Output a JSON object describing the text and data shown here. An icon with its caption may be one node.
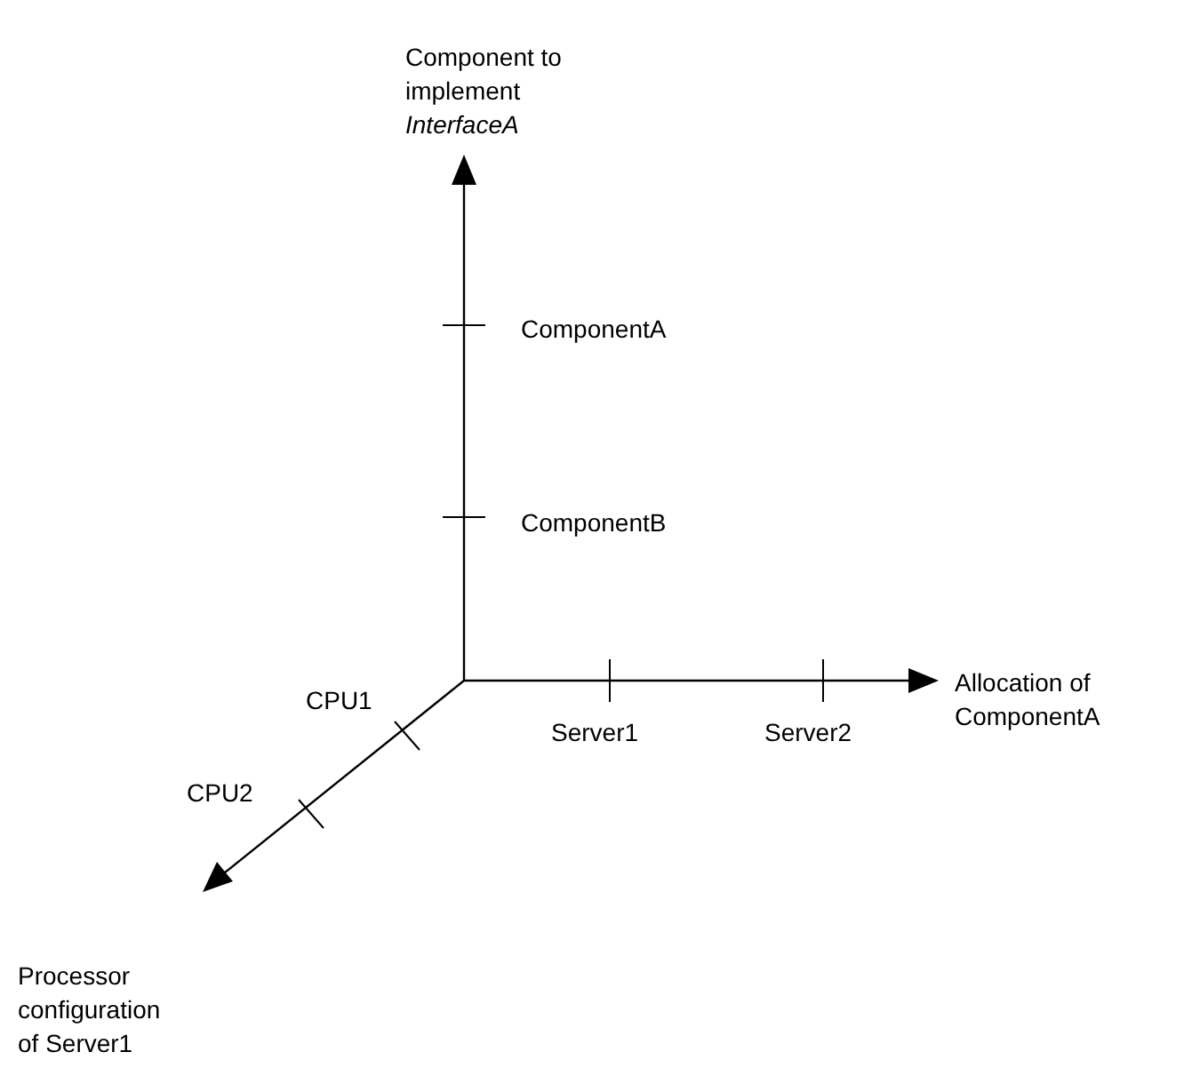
{
  "diagram": {
    "labels": [
      "Component to implement *InterfaceA*",
      "ComponentA",
      "ComponentB",
      "Server1",
      "Server2",
      "Allocation of ComponentA",
      "CPU1",
      "CPU2",
      "Processor configuration of Server1"
    ]
  }
}
